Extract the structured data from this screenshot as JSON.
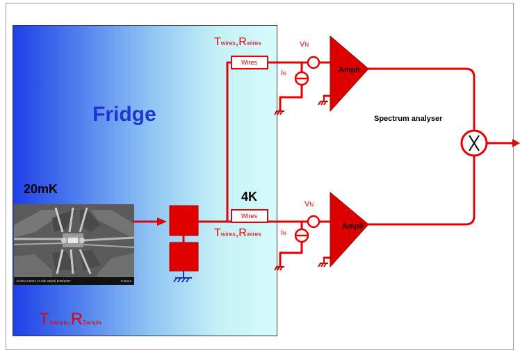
{
  "diagram": {
    "fridge_label": "Fridge",
    "temp_base": "20mK",
    "temp_stage": "4K",
    "spectrum_analyser": "Spectrum analyser",
    "amplifier_label": "Ampli",
    "wires_label": "Wires",
    "wires_params": {
      "t_main": "T",
      "t_sub": "wires",
      "sep": ",",
      "r_main": "R",
      "r_sub": "wires"
    },
    "sample_params": {
      "t_main": "T",
      "t_sub": "Sample",
      "sep": ",",
      "r_main": "R",
      "r_sub": "Sample"
    },
    "vn": {
      "main": "V",
      "sub": "N"
    },
    "in": {
      "main": "I",
      "sub": "N"
    },
    "sem_caption": {
      "left": "10.0kV 5.8mm x7.00k SE(M) 6/25/2007",
      "right": "5.00um"
    }
  },
  "colors": {
    "wire": "#e60000",
    "amplifier": "#dd0000",
    "fridge_gradient_left": "#1f3fe6",
    "fridge_gradient_right": "#d6fbfb",
    "fridge_title": "#1f35d6"
  }
}
